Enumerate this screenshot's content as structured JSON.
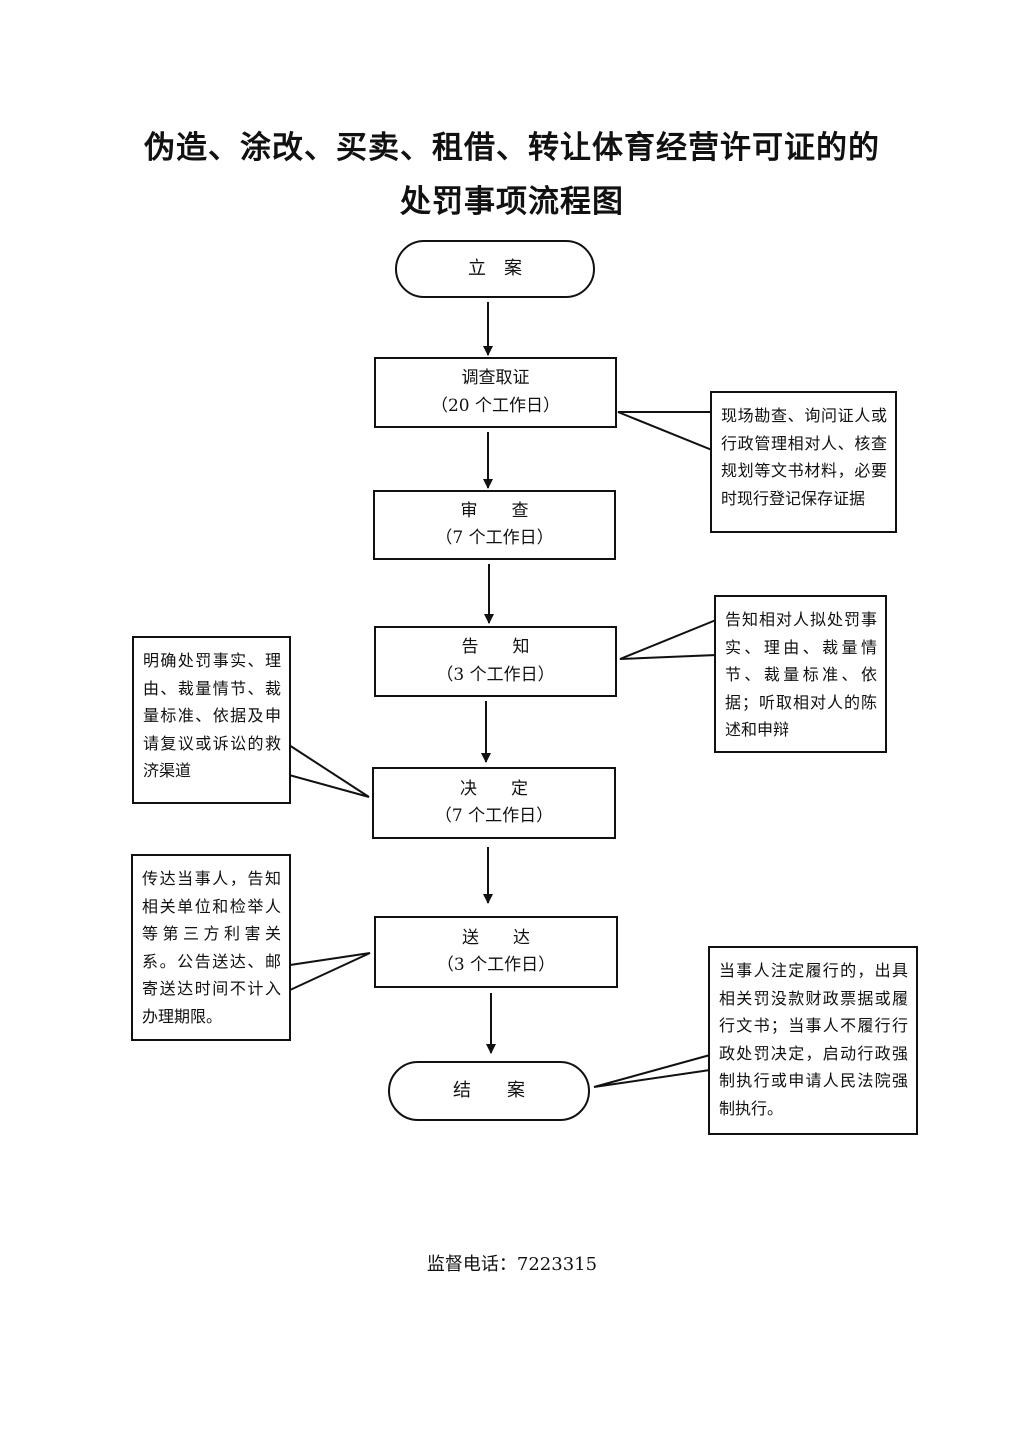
{
  "title": {
    "line1": "伪造、涂改、买卖、租借、转让体育经营许可证的的",
    "line2": "处罚事项流程图"
  },
  "steps": [
    {
      "label": "立　案",
      "duration": ""
    },
    {
      "label": "调查取证",
      "duration": "（20 个工作日）"
    },
    {
      "label": "审　　查",
      "duration": "（7 个工作日）"
    },
    {
      "label": "告　　知",
      "duration": "（3 个工作日）"
    },
    {
      "label": "决　　定",
      "duration": "（7 个工作日）"
    },
    {
      "label": "送　　达",
      "duration": "（3 个工作日）"
    },
    {
      "label": "结　　案",
      "duration": ""
    }
  ],
  "notes": {
    "investigation": "现场勘查、询问证人或行政管理相对人、核查规划等文书材料，必要时现行登记保存证据",
    "notify": "告知相对人拟处罚事实、理由、裁量情节、裁量标准、依据；听取相对人的陈述和申辩",
    "decision": "明确处罚事实、理由、裁量情节、裁量标准、依据及申请复议或诉讼的救济渠道",
    "delivery": "传达当事人，告知相关单位和检举人等第三方利害关系。公告送达、邮寄送达时间不计入办理期限。",
    "close": "当事人注定履行的，出具相关罚没款财政票据或履行文书；当事人不履行行政处罚决定，启动行政强制执行或申请人民法院强制执行。"
  },
  "footer": "监督电话：7223315"
}
